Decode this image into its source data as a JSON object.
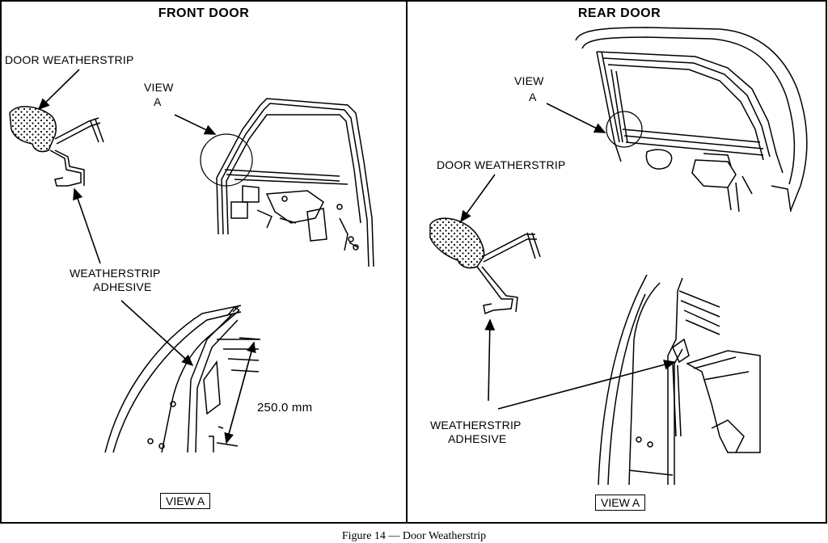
{
  "front": {
    "title": "FRONT DOOR",
    "view_label_top": "VIEW",
    "view_label_bottom": "A",
    "weatherstrip_label": "DOOR WEATHERSTRIP",
    "adhesive_line1": "WEATHERSTRIP",
    "adhesive_line2": "ADHESIVE",
    "dimension": "250.0 mm",
    "view_box": "VIEW A"
  },
  "rear": {
    "title": "REAR DOOR",
    "view_label_top": "VIEW",
    "view_label_bottom": "A",
    "weatherstrip_label": "DOOR WEATHERSTRIP",
    "adhesive_line1": "WEATHERSTRIP",
    "adhesive_line2": "ADHESIVE",
    "view_box": "VIEW A"
  },
  "caption": "Figure 14 — Door Weatherstrip"
}
